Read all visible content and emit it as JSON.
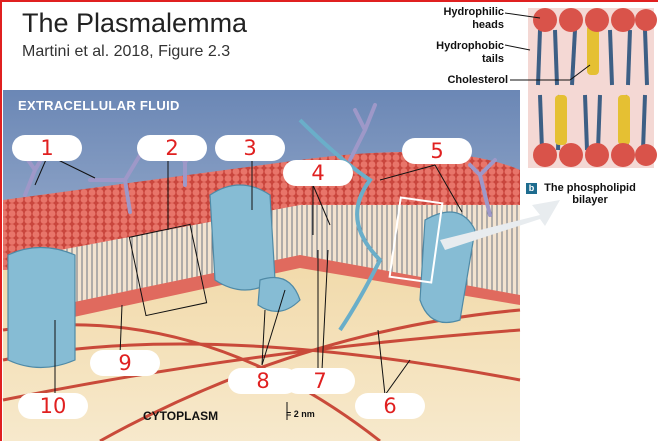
{
  "header": {
    "title": "The Plasmalemma",
    "subtitle": "Martini et al. 2018, Figure 2.3"
  },
  "figure": {
    "region_top": "EXTRACELLULAR FLUID",
    "region_bottom": "CYTOPLASM",
    "scale_bar": "= 2 nm"
  },
  "inset": {
    "labels": [
      "Hydrophilic heads",
      "Hydrophobic tails",
      "Cholesterol"
    ],
    "panel_letter": "b",
    "caption": "The phospholipid bilayer"
  },
  "blanks": [
    "1",
    "2",
    "3",
    "4",
    "5",
    "6",
    "7",
    "8",
    "9",
    "10"
  ],
  "colors": {
    "label_number": "#e02020",
    "protein": "#7fb6cf",
    "head": "#d9534a",
    "background": "#6d8fb8"
  }
}
